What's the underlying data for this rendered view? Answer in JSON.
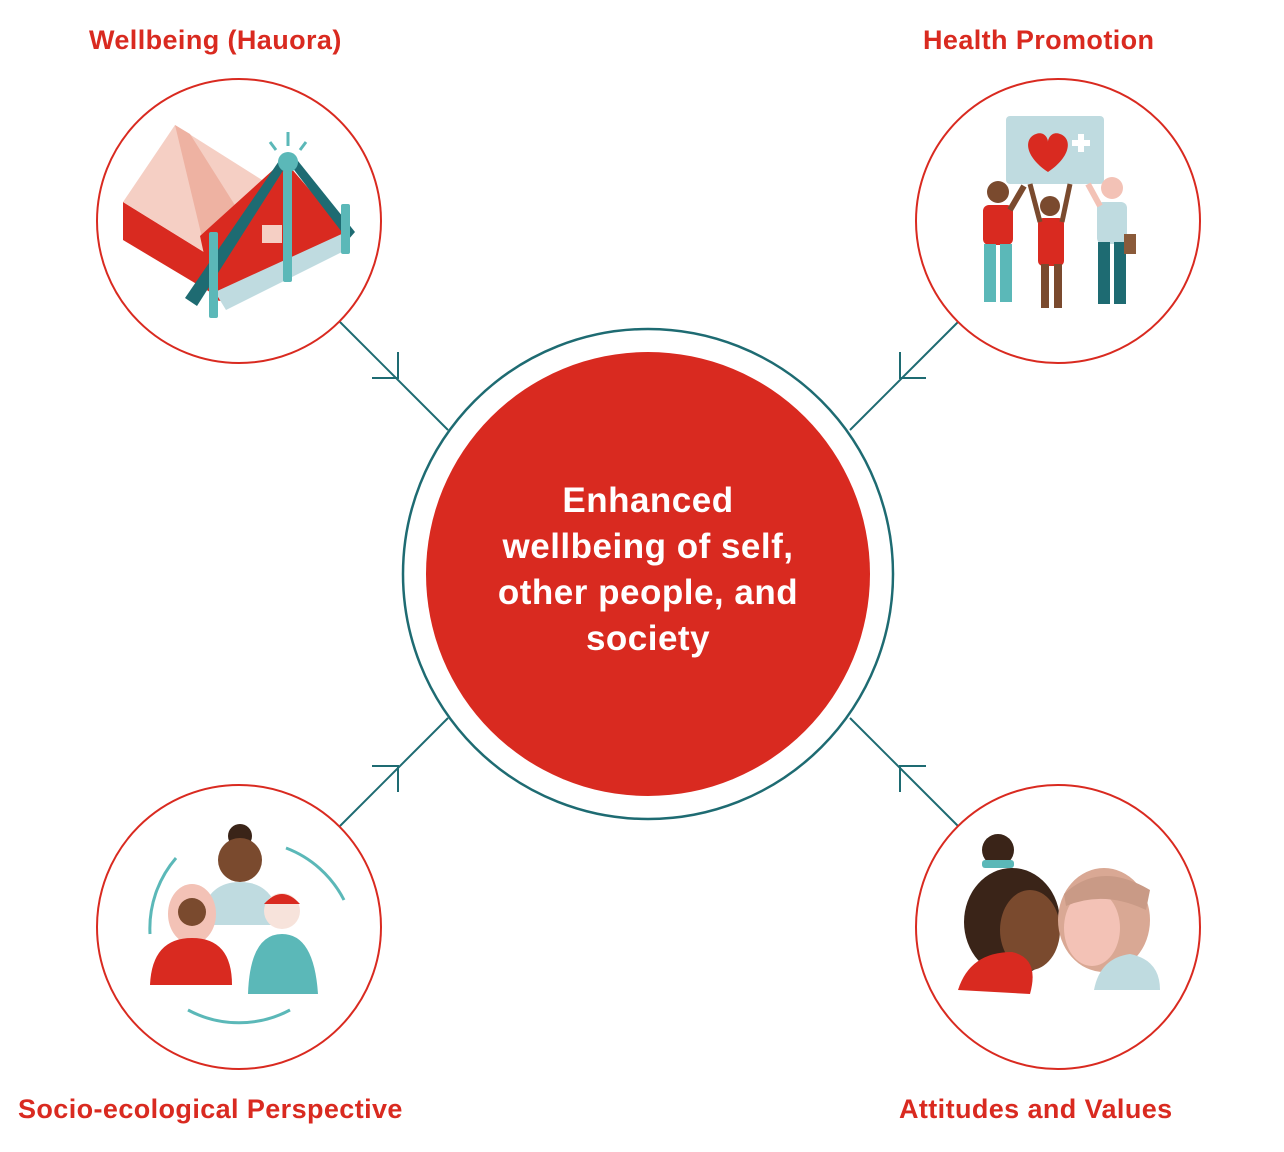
{
  "colors": {
    "accent": "#d92a20",
    "teal": "#1e6b72",
    "light_teal": "#5bb8b8",
    "pale_blue": "#bfdbe0",
    "skin_dark": "#7a4a2e",
    "hair_dark": "#3a2418",
    "pink": "#f3c2b6"
  },
  "center": {
    "lines": [
      "Enhanced",
      "wellbeing of self,",
      "other people, and",
      "society"
    ]
  },
  "concepts": [
    {
      "label": "Wellbeing (Hauora)",
      "icon": "wharenui-house-icon"
    },
    {
      "label": "Health Promotion",
      "icon": "people-holding-heart-sign-icon"
    },
    {
      "label": "Socio-ecological Perspective",
      "icon": "group-of-people-icon"
    },
    {
      "label": "Attitudes and Values",
      "icon": "hongi-greeting-icon"
    }
  ]
}
